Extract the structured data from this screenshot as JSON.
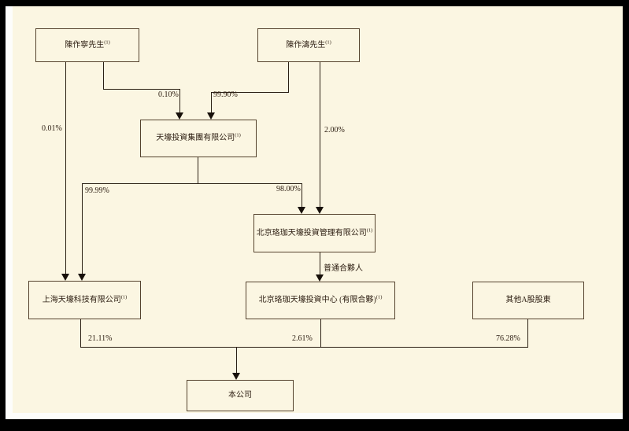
{
  "diagram": {
    "description": "shareholding structure chart",
    "colors": {
      "frame": "#000000",
      "page_background": "#fbf6e2",
      "page_edge": "#fdfdfb",
      "line": "#2b2014",
      "text": "#2b1c10",
      "box_border": "#55432e"
    },
    "nodes": {
      "chen_zuoning": {
        "label": "陳作寧先生",
        "note": "(1)"
      },
      "chen_zuotao": {
        "label": "陳作濤先生",
        "note": "(1)"
      },
      "tianhao_group": {
        "label": "天壕投資集團有限公司",
        "note": "(1)"
      },
      "beijing_luojia_mgmt": {
        "label": "北京珞珈天壕投資管理有限公司",
        "note": "(1)"
      },
      "shanghai_tianhao": {
        "label": "上海天壕科技有限公司",
        "note": "(1)"
      },
      "beijing_luojia_lp": {
        "label": "北京珞珈天壕投資中心 (有限合夥)",
        "note": "(1)"
      },
      "other_a_shareholders": {
        "label": "其他A股股東",
        "note": ""
      },
      "company": {
        "label": "本公司",
        "note": ""
      }
    },
    "edge_labels": {
      "pct_zuoning_shanghai": "0.01%",
      "pct_zuoning_group": "0.10%",
      "pct_zuotao_group": "99.90%",
      "pct_zuotao_mgmt": "2.00%",
      "pct_group_shanghai": "99.99%",
      "pct_group_mgmt": "98.00%",
      "general_partner": "普通合夥人",
      "pct_shanghai_company": "21.11%",
      "pct_lp_company": "2.61%",
      "pct_other_company": "76.28%"
    }
  }
}
